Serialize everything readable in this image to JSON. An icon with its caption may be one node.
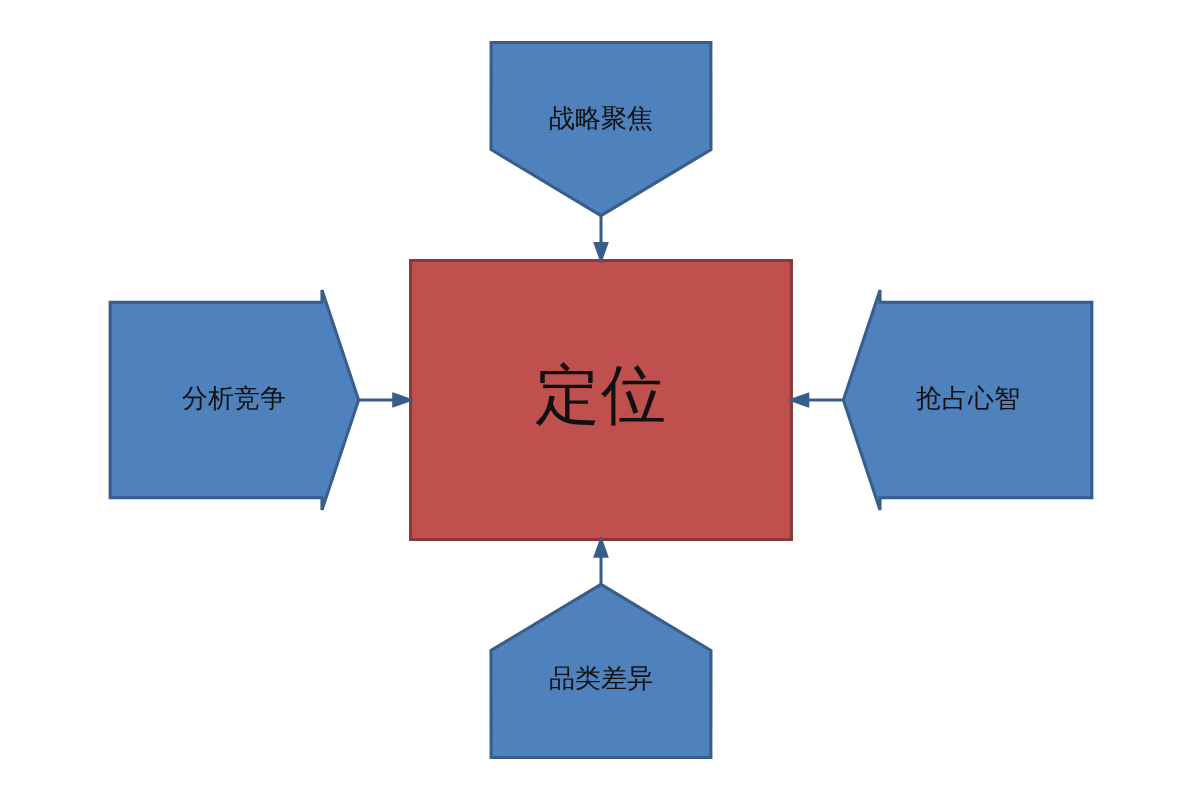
{
  "diagram": {
    "nodes": [
      {
        "text": [
          "战略聚焦"
        ]
      },
      {
        "text": [
          "分析竞争"
        ]
      },
      {
        "text": [
          "定位"
        ]
      },
      {
        "text": [
          "抢占心智"
        ]
      },
      {
        "text": [
          "品类差异"
        ]
      }
    ],
    "edges": [
      {
        "from": 0,
        "to": 2,
        "arrow": "to"
      },
      {
        "from": 1,
        "to": 2,
        "arrow": "to"
      },
      {
        "from": 3,
        "to": 2,
        "arrow": "to"
      },
      {
        "from": 4,
        "to": 2,
        "arrow": "to"
      }
    ]
  }
}
